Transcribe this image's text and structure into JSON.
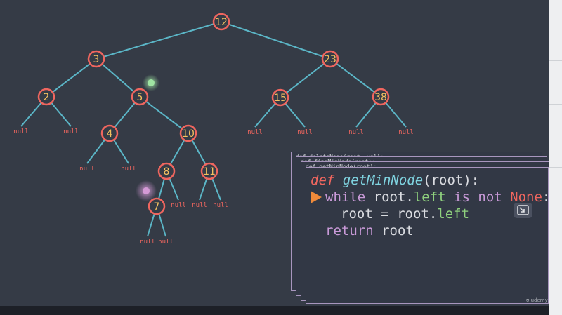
{
  "tree": {
    "nodes": [
      "12",
      "3",
      "23",
      "2",
      "5",
      "15",
      "38",
      "4",
      "10",
      "8",
      "11",
      "7"
    ],
    "null_label": "null"
  },
  "code": {
    "card1_partial": "def deleteNode(root, val):",
    "card2_partial": "def findMinNode(root):",
    "card3_partial": "def getMinNode(root):",
    "line1": {
      "def": "def",
      "fn": "getMinNode",
      "args": "(root):"
    },
    "line2": {
      "while": "while",
      "mid1": " root.",
      "attr": "left",
      "mid2": " ",
      "is_not": "is not",
      "sp": " ",
      "none": "None",
      "colon": ":"
    },
    "line3": {
      "lhs": "root = root.",
      "attr": "left"
    },
    "line4": {
      "kw": "return",
      "rest": " root"
    }
  },
  "watermark": "udemy",
  "colors": {
    "background": "#353b46",
    "edge": "#5bb6c7",
    "node_border": "#f0665f",
    "node_text": "#f4c160",
    "null_text": "#f0665f",
    "card_border": "#a896be",
    "pointer_arrow": "#f08a3a",
    "green_cursor": "#9fe3a2",
    "pink_cursor": "#d49ad6"
  }
}
